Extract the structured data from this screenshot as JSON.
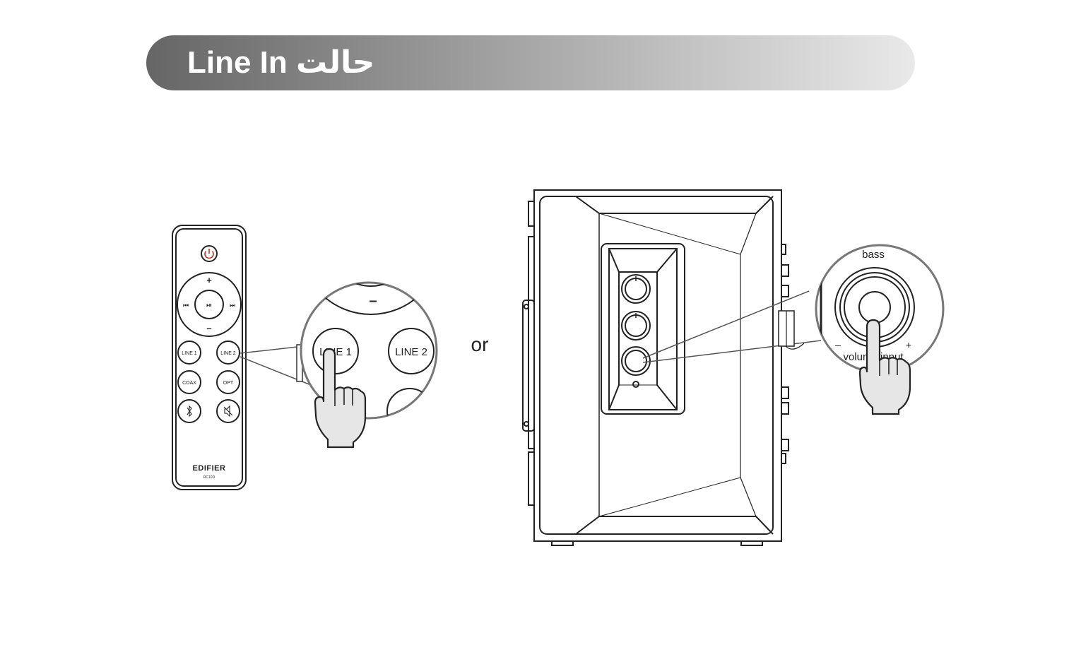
{
  "banner": {
    "title_latin": "Line In",
    "title_persian": "حالت"
  },
  "remote": {
    "plus": "+",
    "minus": "–",
    "prev": "⏮",
    "play_pause": "⏯",
    "next": "⏭",
    "line1": "LINE 1",
    "line2": "LINE 2",
    "coax": "COAX",
    "opt": "OPT",
    "brand": "EDIFIER",
    "model": "RC10D"
  },
  "zoom_remote": {
    "minus": "–",
    "line1": "LINE 1",
    "line2": "LINE 2"
  },
  "separator": "or",
  "zoom_speaker": {
    "bass": "bass",
    "minus": "–",
    "plus": "+",
    "volume_label": "volume/input"
  }
}
